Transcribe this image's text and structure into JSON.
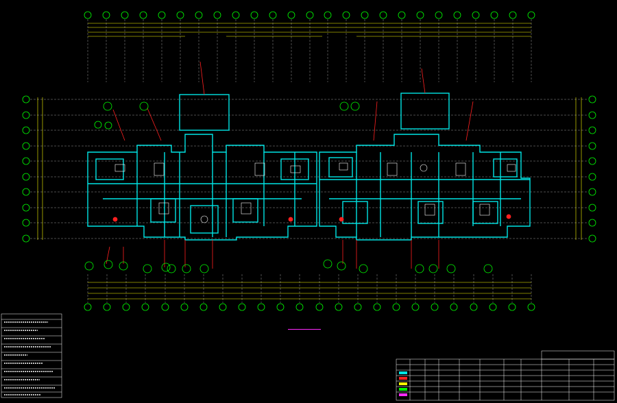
{
  "drawing": {
    "title": "",
    "scale_note": ""
  },
  "colors": {
    "background": "#000000",
    "wall": "#00e5e5",
    "dimension": "#ffff00",
    "axis_bubble": "#00ff00",
    "leader": "#ff2020",
    "text": "#ffffff",
    "title": "#ff2bff"
  },
  "axes": {
    "top_bubbles": 25,
    "bottom_bubbles": 24,
    "left_bubbles": 10,
    "right_bubbles": 10
  }
}
